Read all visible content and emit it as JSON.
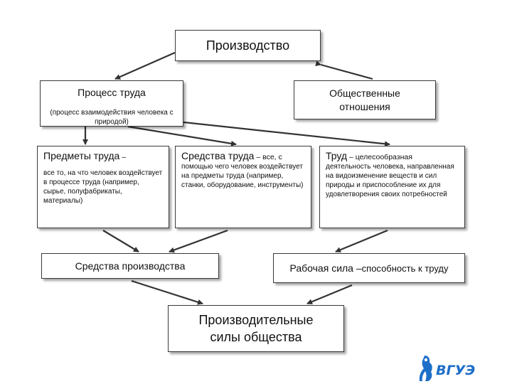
{
  "top": {
    "title": "Производство"
  },
  "process": {
    "title": "Процесс труда",
    "subtitle": "(процесс взаимодействия человека с природой)"
  },
  "social": {
    "title_line1": "Общественные",
    "title_line2": "отношения"
  },
  "objects": {
    "title": "Предметы труда",
    "dash": " –",
    "body": "все то, на что человек воздействует в процессе труда (например, сырье, полуфабрикаты, материалы)"
  },
  "means": {
    "title": "Средства труда",
    "dash": " – все, с",
    "body": "помощью чего человек воздействует на предметы труда (например, станки, оборудование, инструменты)"
  },
  "labor": {
    "title": "Труд",
    "dash": " – целесообразная",
    "body": "деятельность человека, направленная на видоизменение веществ и сил природы и приспособление их для удовлетворения своих потребностей"
  },
  "production_means": {
    "title": "Средства производства"
  },
  "workforce": {
    "title": "Рабочая сила –",
    "rest": " способность к труду"
  },
  "forces": {
    "line1": "Производительные",
    "line2": "силы общества"
  },
  "logo": {
    "text": "ВГУЭС"
  },
  "colors": {
    "border": "#3a3a3a",
    "arrow": "#333333",
    "logo": "#1e6fc8"
  }
}
